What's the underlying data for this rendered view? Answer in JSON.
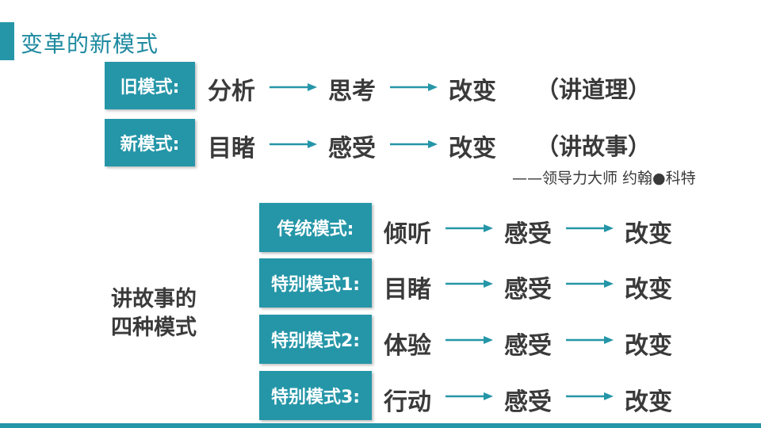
{
  "title": "变革的新模式",
  "model_top": {
    "old": {
      "label": "旧模式:",
      "steps": [
        "分析",
        "思考",
        "改变"
      ],
      "note": "（讲道理）"
    },
    "new": {
      "label": "新模式:",
      "steps": [
        "目睹",
        "感受",
        "改变"
      ],
      "note": "（讲故事）"
    },
    "quote": "——领导力大师  约翰●科特"
  },
  "side_label": [
    "讲故事的",
    "四种模式"
  ],
  "four_models": [
    {
      "label": "传统模式:",
      "steps": [
        "倾听",
        "感受",
        "改变"
      ]
    },
    {
      "label": "特别模式1:",
      "steps": [
        "目睹",
        "感受",
        "改变"
      ]
    },
    {
      "label": "特别模式2:",
      "steps": [
        "体验",
        "感受",
        "改变"
      ]
    },
    {
      "label": "特别模式3:",
      "steps": [
        "行动",
        "感受",
        "改变"
      ]
    }
  ],
  "colors": {
    "accent": "#2596a8",
    "text": "#3a3a3a"
  },
  "icons": [
    "arrow-right-icon"
  ]
}
